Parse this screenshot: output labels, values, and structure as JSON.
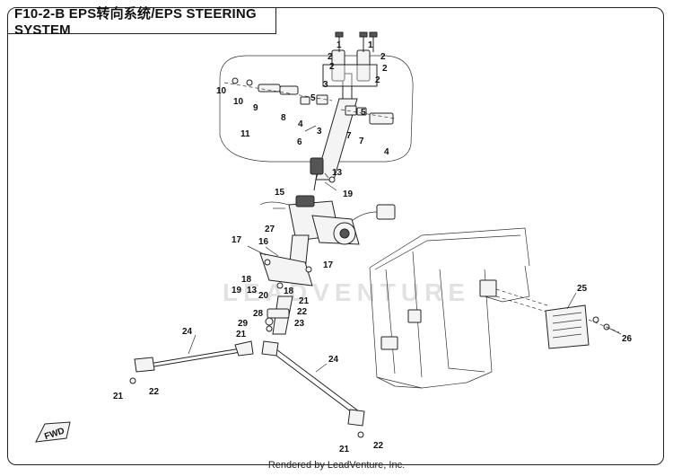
{
  "header": {
    "title": "F10-2-B EPS转向系统/EPS STEERING SYSTEM"
  },
  "watermark": "LEADVENTURE",
  "footer": {
    "text": "Rendered by LeadVenture, Inc."
  },
  "fwd_badge": "FWD",
  "callouts": [
    {
      "id": "c1a",
      "num": "1"
    },
    {
      "id": "c1b",
      "num": "1"
    },
    {
      "id": "c2a",
      "num": "2"
    },
    {
      "id": "c2b",
      "num": "2"
    },
    {
      "id": "c2c",
      "num": "2"
    },
    {
      "id": "c2d",
      "num": "2"
    },
    {
      "id": "c2e",
      "num": "2"
    },
    {
      "id": "c3a",
      "num": "3"
    },
    {
      "id": "c3b",
      "num": "3"
    },
    {
      "id": "c4a",
      "num": "4"
    },
    {
      "id": "c4b",
      "num": "4"
    },
    {
      "id": "c5a",
      "num": "5"
    },
    {
      "id": "c5b",
      "num": "5"
    },
    {
      "id": "c6",
      "num": "6"
    },
    {
      "id": "c7a",
      "num": "7"
    },
    {
      "id": "c7b",
      "num": "7"
    },
    {
      "id": "c8",
      "num": "8"
    },
    {
      "id": "c9",
      "num": "9"
    },
    {
      "id": "c10a",
      "num": "10"
    },
    {
      "id": "c10b",
      "num": "10"
    },
    {
      "id": "c11",
      "num": "11"
    },
    {
      "id": "c13a",
      "num": "13"
    },
    {
      "id": "c13b",
      "num": "13"
    },
    {
      "id": "c15",
      "num": "15"
    },
    {
      "id": "c16",
      "num": "16"
    },
    {
      "id": "c17a",
      "num": "17"
    },
    {
      "id": "c17b",
      "num": "17"
    },
    {
      "id": "c18a",
      "num": "18"
    },
    {
      "id": "c18b",
      "num": "18"
    },
    {
      "id": "c19a",
      "num": "19"
    },
    {
      "id": "c19b",
      "num": "19"
    },
    {
      "id": "c20",
      "num": "20"
    },
    {
      "id": "c21a",
      "num": "21"
    },
    {
      "id": "c21b",
      "num": "21"
    },
    {
      "id": "c21c",
      "num": "21"
    },
    {
      "id": "c21d",
      "num": "21"
    },
    {
      "id": "c22a",
      "num": "22"
    },
    {
      "id": "c22b",
      "num": "22"
    },
    {
      "id": "c22c",
      "num": "22"
    },
    {
      "id": "c23",
      "num": "23"
    },
    {
      "id": "c24a",
      "num": "24"
    },
    {
      "id": "c24b",
      "num": "24"
    },
    {
      "id": "c25",
      "num": "25"
    },
    {
      "id": "c26",
      "num": "26"
    },
    {
      "id": "c27",
      "num": "27"
    },
    {
      "id": "c28",
      "num": "28"
    },
    {
      "id": "c29",
      "num": "29"
    }
  ]
}
